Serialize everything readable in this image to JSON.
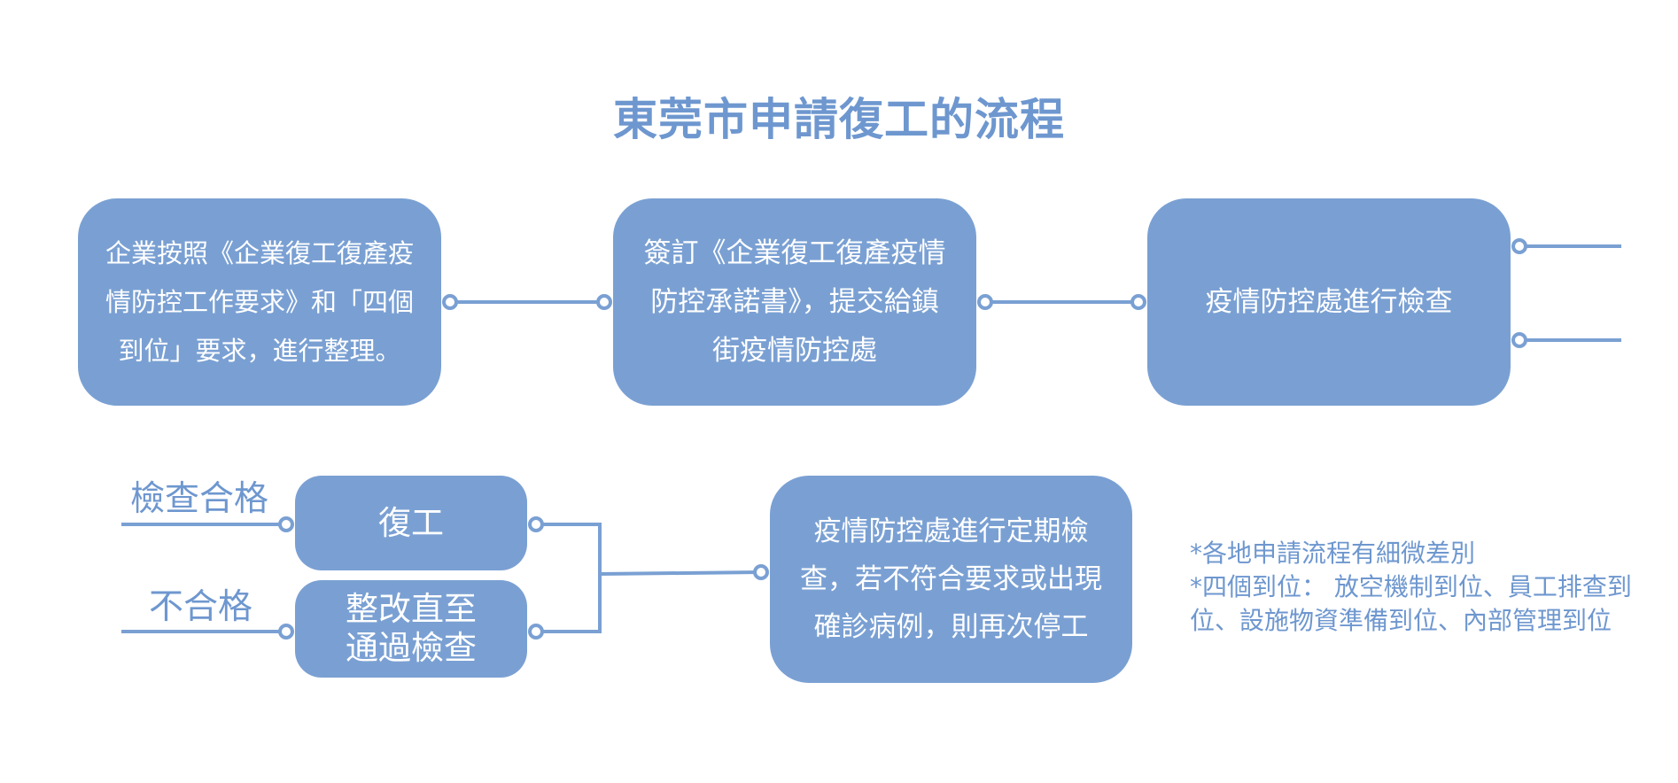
{
  "title": "東莞市申請復工的流程",
  "steps": {
    "step1": "企業按照《企業復工復產疫\n情防控工作要求》和「四個\n到位」要求，進行整理。",
    "step2": "簽訂《企業復工復產疫情\n防控承諾書》，提交給鎮\n街疫情防控處",
    "step3": "疫情防控處進行檢查",
    "resume": "復工",
    "rectify": "整改直至\n通過檢查",
    "periodic": "疫情防控處進行定期檢\n查，若不符合要求或出現\n確診病例，則再次停工"
  },
  "labels": {
    "pass": "檢查合格",
    "fail": "不合格"
  },
  "notes": [
    "*各地申請流程有細微差別",
    "*四個到位：  放空機制到位、員工排查到位、設施物資準備到位、內部管理到位"
  ],
  "colors": {
    "box": "#7aa0d3",
    "line": "#7aa0d3",
    "text_accent": "#6e97cf"
  }
}
